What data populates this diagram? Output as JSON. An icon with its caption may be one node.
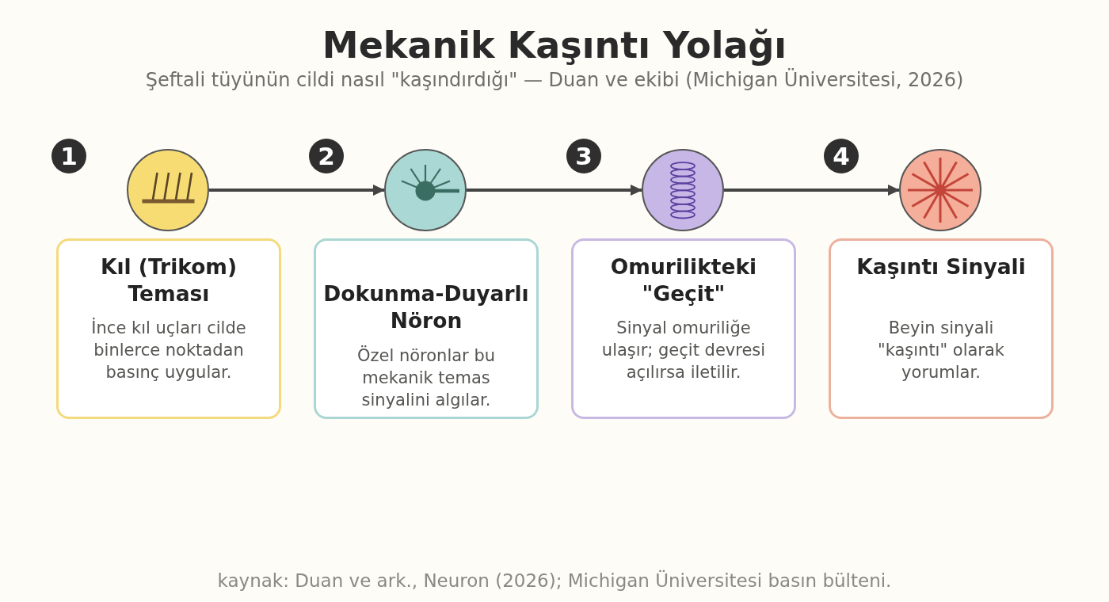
{
  "diagram": {
    "title": "Mekanik Kaşıntı Yolağı",
    "caption": "kaynak: Duan ve ark., Neuron (2026); Michigan Üniversitesi basın bülteni.",
    "nodes": [
      {
        "text": [
          "1"
        ]
      },
      {
        "text": [],
        "shape": "circle"
      },
      {
        "text": [
          "Kıl (Trikom) Teması",
          "İnce kıl uçları cilde binlerce noktadan basınç uygular."
        ]
      },
      {
        "text": [
          "2"
        ]
      },
      {
        "text": [],
        "shape": "circle"
      },
      {
        "text": [
          "Dokunma-Duyarlı Nöron",
          "Özel nöronlar bu mekanik temas sinyalini algılar."
        ]
      },
      {
        "text": [
          "3"
        ]
      },
      {
        "text": [],
        "shape": "circle"
      },
      {
        "text": [
          "Omurilikteki \"Geçit\"",
          "Sinyal omuriliğe ulaşır; geçit devresi açılırsa iletilir."
        ]
      },
      {
        "text": [
          "4"
        ]
      },
      {
        "text": [],
        "shape": "circle"
      },
      {
        "text": [
          "Kaşıntı Sinyali",
          "Beyin sinyali \"kaşıntı\" olarak yorumlar."
        ]
      }
    ],
    "edges": [
      {
        "from": 1,
        "to": 4,
        "arrow": "to"
      },
      {
        "from": 4,
        "to": 7,
        "arrow": "to"
      },
      {
        "from": 7,
        "to": 10,
        "arrow": "to"
      }
    ],
    "labels": [
      "Şeftali tüyünün cildi nasıl \"kaşındırdığı\" — Duan ve ekibi (Michigan Üniversitesi, 2026)"
    ]
  }
}
